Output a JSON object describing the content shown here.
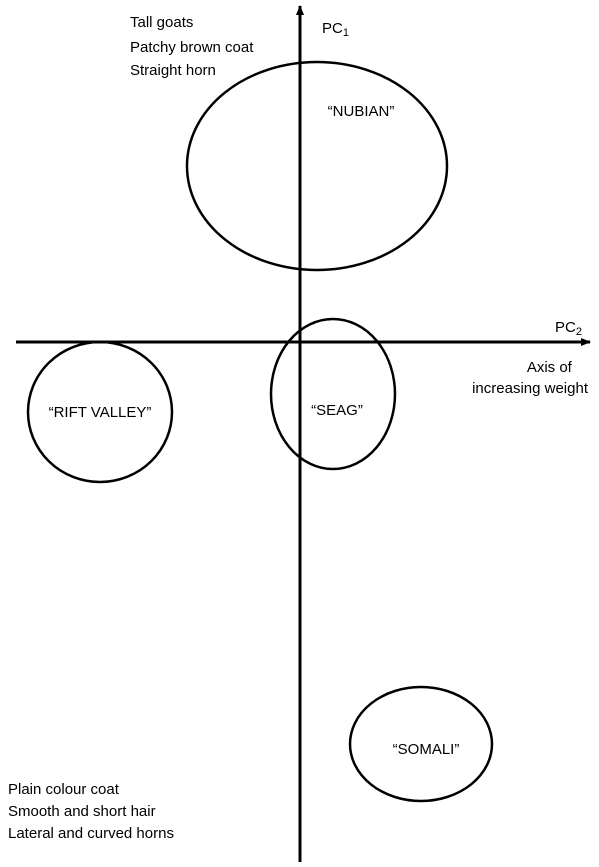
{
  "axes": {
    "vertical": {
      "name": "PC",
      "subscript": "1"
    },
    "horizontal": {
      "name": "PC",
      "subscript": "2"
    }
  },
  "notes": {
    "top_left": [
      "Tall goats",
      "Patchy brown coat",
      "Straight horn"
    ],
    "bottom_left": [
      "Plain colour coat",
      "Smooth and short hair",
      "Lateral and curved horns"
    ],
    "weight_axis": [
      "Axis of",
      "increasing weight"
    ]
  },
  "groups": [
    {
      "id": "nubian",
      "label": "“NUBIAN”"
    },
    {
      "id": "rift-valley",
      "label": "“RIFT VALLEY”"
    },
    {
      "id": "seag",
      "label": "“SEAG”"
    },
    {
      "id": "somali",
      "label": "“SOMALI”"
    }
  ]
}
